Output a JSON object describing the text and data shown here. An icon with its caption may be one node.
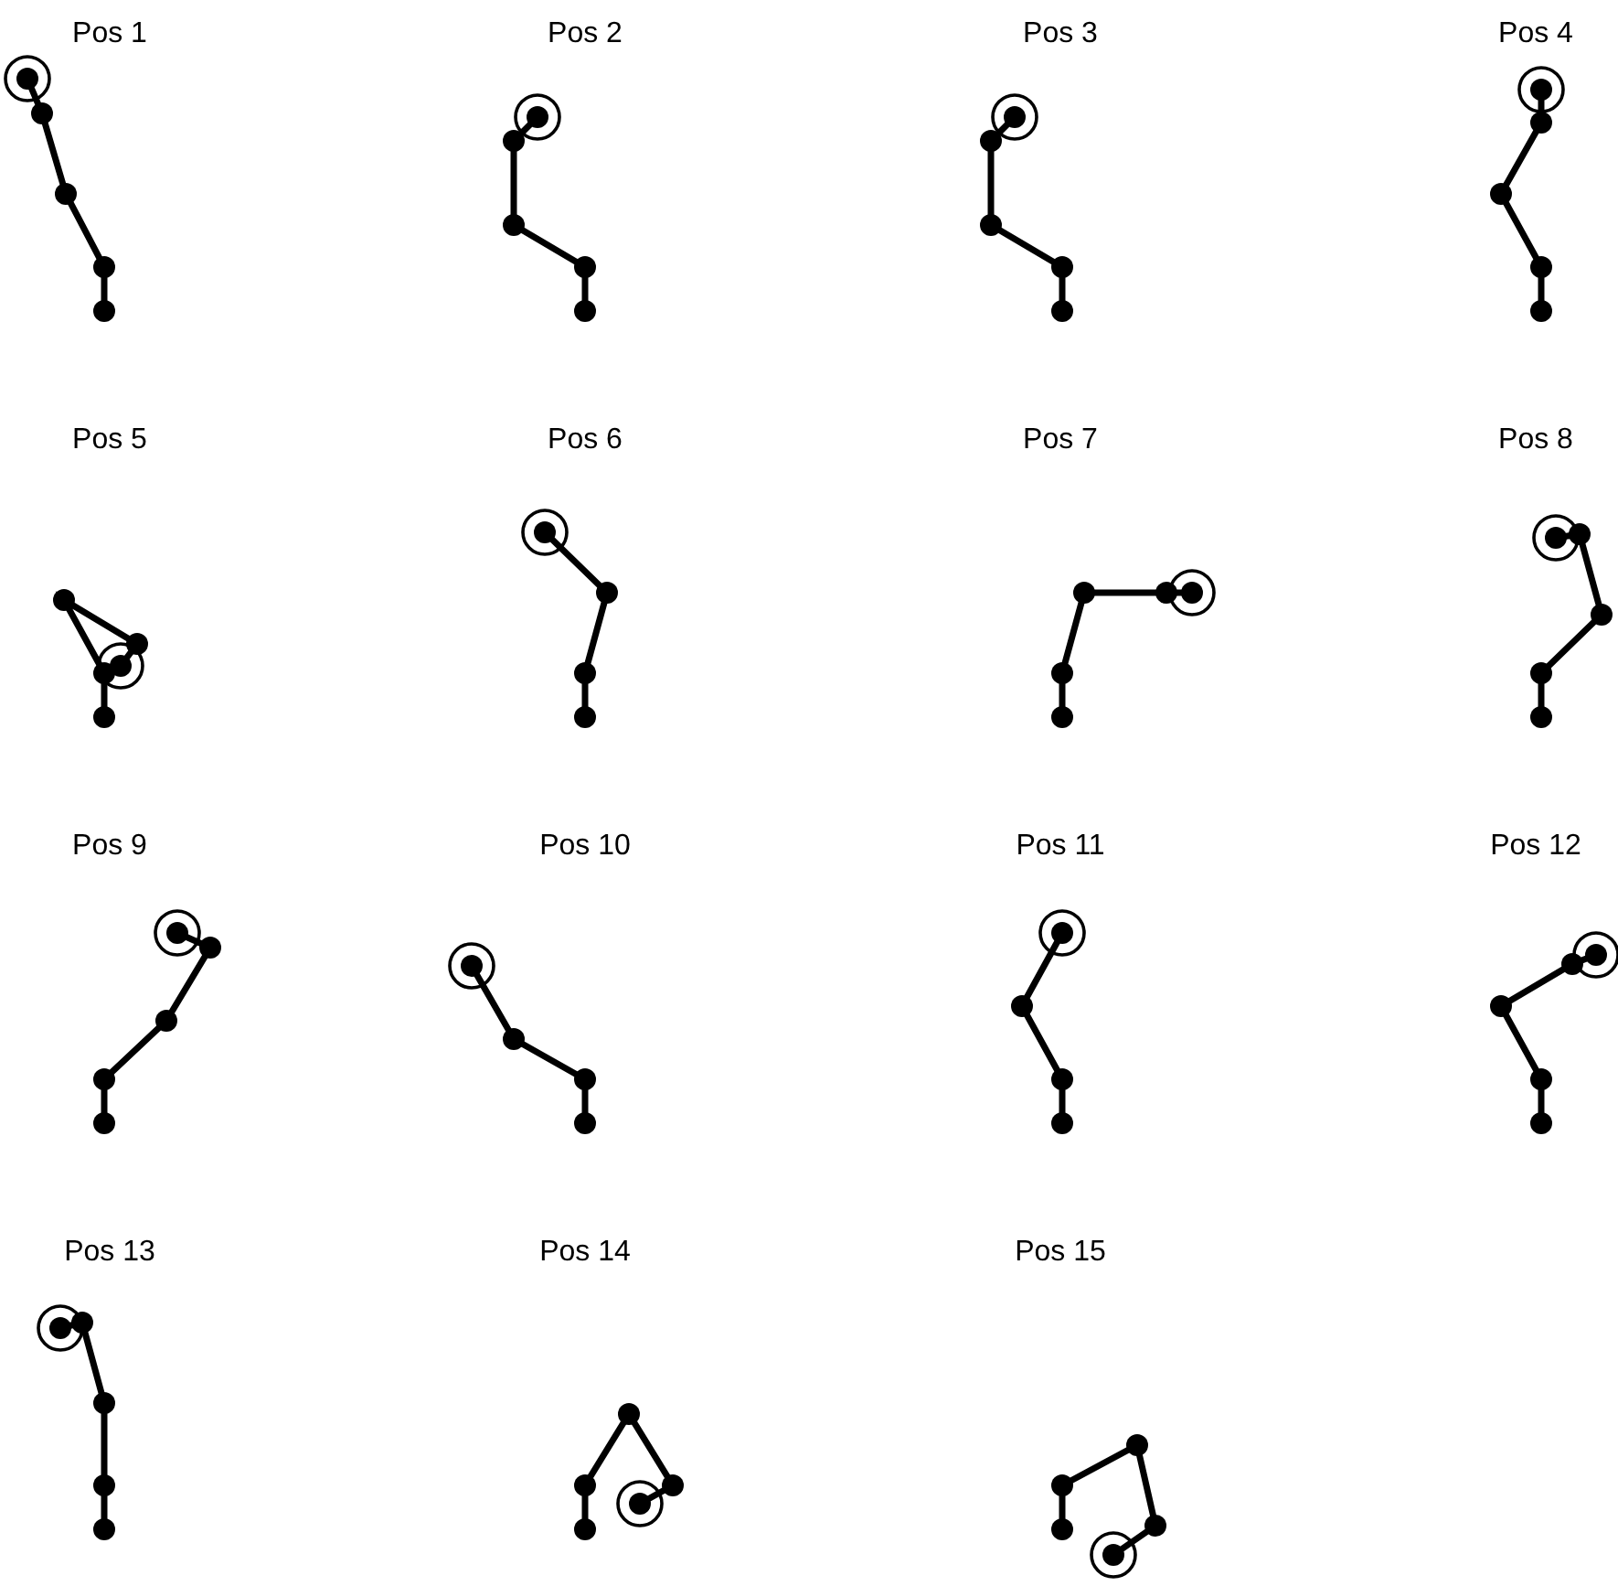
{
  "diagram": {
    "labels": [
      "Pos 1",
      "Pos 2",
      "Pos 3",
      "Pos 4",
      "Pos 5",
      "Pos 6",
      "Pos 7",
      "Pos 8",
      "Pos 9",
      "Pos 10",
      "Pos 11",
      "Pos 12",
      "Pos 13",
      "Pos 14",
      "Pos 15"
    ]
  }
}
